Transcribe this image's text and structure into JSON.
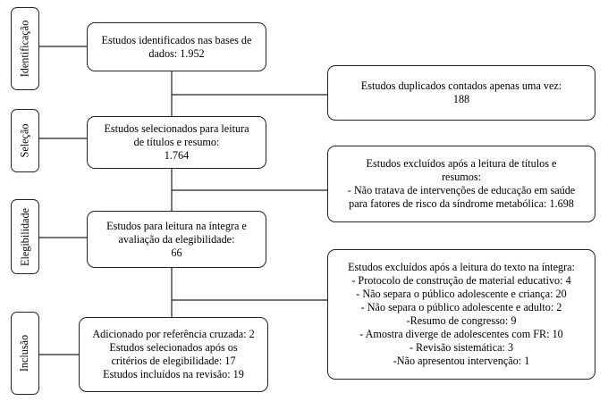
{
  "stages": [
    {
      "id": "identificacao",
      "label": "Identificação"
    },
    {
      "id": "selecao",
      "label": "Seleção"
    },
    {
      "id": "elegibilidade",
      "label": "Elegibilidade"
    },
    {
      "id": "inclusao",
      "label": "Inclusão"
    }
  ],
  "main_boxes": {
    "identified": [
      "Estudos identificados nas bases de",
      "dados: 1.952"
    ],
    "screened": [
      "Estudos selecionados para leitura",
      "de títulos e resumo:",
      "1.764"
    ],
    "eligibility": [
      "Estudos para leitura na íntegra e",
      "avaliação da elegibilidade:",
      "66"
    ],
    "included": [
      "Adicionado por referência cruzada: 2",
      "Estudos selecionados após os",
      "critérios de elegibilidade: 17",
      "Estudos incluídos na revisão: 19"
    ]
  },
  "side_boxes": {
    "duplicates": [
      "Estudos duplicados contados apenas uma vez:",
      "188"
    ],
    "excluded_titles": [
      "Estudos excluídos após a leitura de títulos e",
      "resumos:",
      "- Não tratava de intervenções de educação em saúde",
      "para fatores de risco da síndrome metabólica: 1.698"
    ],
    "excluded_fulltext": [
      "Estudos excluídos após a leitura do texto na íntegra:",
      "- Protocolo de construção de material educativo: 4",
      "- Não separa o público adolescente e criança: 20",
      "- Não separa o público adolescente e adulto: 2",
      "-Resumo de congresso: 9",
      "- Amostra diverge de adolescentes com FR: 10",
      "- Revisão sistemática: 3",
      "-Não apresentou intervenção: 1"
    ]
  }
}
